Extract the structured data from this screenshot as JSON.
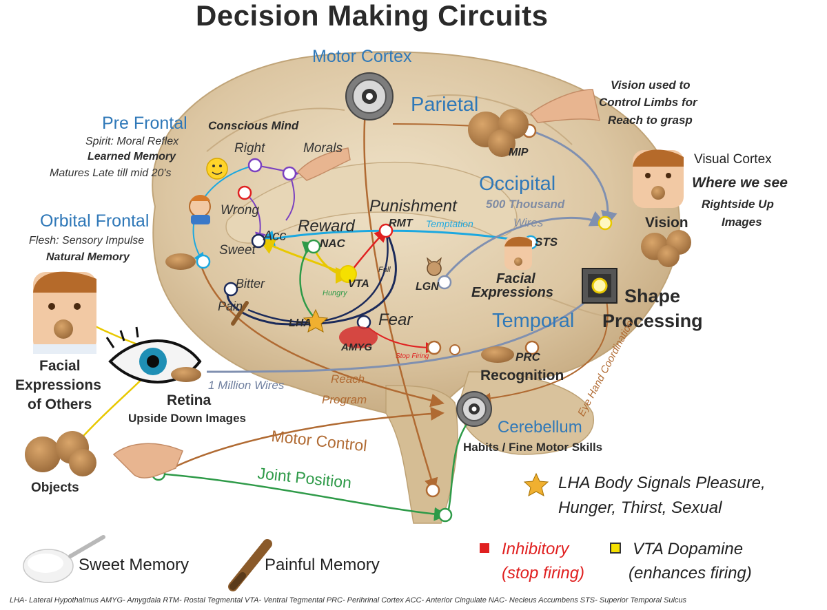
{
  "title": "Decision Making Circuits",
  "regions": {
    "motor_cortex": "Motor Cortex",
    "parietal": "Parietal",
    "pre_frontal": "Pre Frontal",
    "occipital": "Occipital",
    "orbital_frontal": "Orbital Frontal",
    "temporal": "Temporal",
    "cerebellum": "Cerebellum"
  },
  "pre_frontal": {
    "line1": "Spirit: Moral Reflex",
    "line2": "Learned Memory",
    "line3": "Matures Late till mid 20's"
  },
  "orbital_frontal": {
    "line1": "Flesh: Sensory Impulse",
    "line2": "Natural Memory"
  },
  "conscious_mind": "Conscious Mind",
  "right": "Right",
  "morals": "Morals",
  "wrong": "Wrong",
  "acc": "Acc",
  "sweet": "Sweet",
  "bitter": "Bitter",
  "pain": "Pain",
  "reward": "Reward",
  "nac": "NAC",
  "punishment": "Punishment",
  "rmt": "RMT",
  "vta": "VTA",
  "full": "Full",
  "hungry": "Hungry",
  "lha": "LHA",
  "fear": "Fear",
  "amyg": "AMYG",
  "stop_firing_small": "Stop Firing",
  "lgn": "LGN",
  "temptation": "Temptation",
  "wires_500k_line1": "500 Thousand",
  "wires_500k_line2": "Wires",
  "sts": "STS",
  "facial_expressions": {
    "line1": "Facial",
    "line2": "Expressions"
  },
  "mip": "MIP",
  "vision_note": {
    "line1": "Vision used to",
    "line2": "Control Limbs for",
    "line3": "Reach to grasp"
  },
  "visual_cortex": "Visual Cortex",
  "where_we_see": "Where we see",
  "rightside_up": {
    "line1": "Rightside Up",
    "line2": "Images"
  },
  "vision": "Vision",
  "shape_processing": {
    "line1": "Shape",
    "line2": "Processing"
  },
  "prc": "PRC",
  "recognition": "Recognition",
  "eye_hand": "Eye Hand Coordination",
  "reach_program": {
    "line1": "Reach",
    "line2": "Program"
  },
  "million_wires": "1 Million Wires",
  "retina": "Retina",
  "upside_down": "Upside Down Images",
  "facial_expressions_others": {
    "line1": "Facial",
    "line2": "Expressions",
    "line3": "of Others"
  },
  "objects": "Objects",
  "motor_control": "Motor Control",
  "joint_position": "Joint Position",
  "habits": "Habits / Fine Motor Skills",
  "lha_note": {
    "line1": "LHA Body Signals Pleasure,",
    "line2": "Hunger, Thirst, Sexual"
  },
  "legend": {
    "sweet_memory": "Sweet Memory",
    "painful_memory": "Painful Memory",
    "inhibitory_line1": "Inhibitory",
    "inhibitory_line2": "(stop firing)",
    "vta_line1": "VTA Dopamine",
    "vta_line2": "(enhances firing)"
  },
  "abbreviations": "LHA- Lateral Hypothalmus  AMYG- Amygdala  RTM- Rostal Tegmental  VTA- Ventral Tegmental  PRC- Perihrinal Cortex  ACC- Anterior Cingulate  NAC- Necleus Accumbens  STS- Superior Temporal Sulcus",
  "colors": {
    "region_blue": "#2f78b8",
    "inhibitory_red": "#e02020",
    "dopamine_yellow": "#f5e000",
    "motor_brown": "#b06a32",
    "joint_green": "#2e9a48",
    "vision_gray": "#8090b0",
    "cyan": "#1ca8e0",
    "purple": "#7a40c0",
    "navy": "#1b2a5a"
  }
}
